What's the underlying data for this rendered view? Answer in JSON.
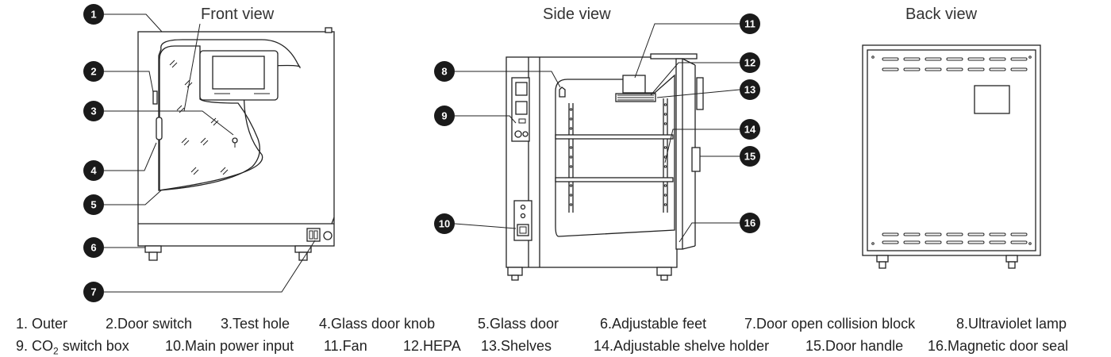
{
  "views": {
    "front": "Front view",
    "side": "Side view",
    "back": "Back view"
  },
  "callouts": [
    "1",
    "2",
    "3",
    "4",
    "5",
    "6",
    "7",
    "8",
    "9",
    "10",
    "11",
    "12",
    "13",
    "14",
    "15",
    "16"
  ],
  "legend": {
    "row1": [
      "1. Outer",
      "2.Door switch",
      "3.Test hole",
      "4.Glass door knob",
      "5.Glass door",
      "6.Adjustable feet",
      "7.Door open collision block",
      "8.Ultraviolet lamp"
    ],
    "row2_first_prefix": "9. CO",
    "row2_first_sub": "2",
    "row2_first_suffix": " switch box",
    "row2": [
      "10.Main power input",
      "11.Fan",
      "12.HEPA",
      "13.Shelves",
      "14.Adjustable shelve holder",
      "15.Door handle",
      "16.Magnetic door seal"
    ]
  },
  "colors": {
    "line": "#222222",
    "marker": "#1a1a1a",
    "background": "#ffffff"
  }
}
